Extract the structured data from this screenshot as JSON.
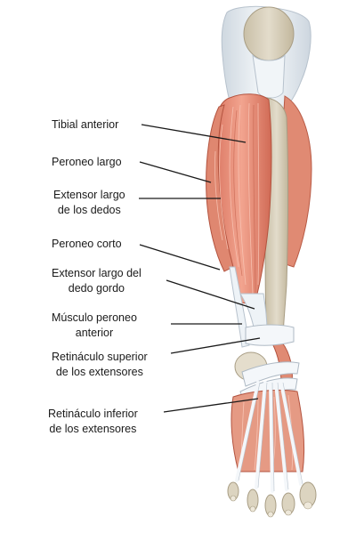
{
  "labels": [
    {
      "id": "tibial-anterior",
      "lines": [
        "Tibial anterior"
      ]
    },
    {
      "id": "peroneo-largo",
      "lines": [
        "Peroneo largo"
      ]
    },
    {
      "id": "extensor-largo-dedos",
      "lines": [
        "Extensor largo",
        "de los dedos"
      ]
    },
    {
      "id": "peroneo-corto",
      "lines": [
        "Peroneo corto"
      ]
    },
    {
      "id": "extensor-largo-dedo-gordo",
      "lines": [
        "Extensor largo del",
        "dedo gordo"
      ]
    },
    {
      "id": "musculo-peroneo-anterior",
      "lines": [
        "Músculo peroneo",
        "anterior"
      ]
    },
    {
      "id": "retinaculo-superior",
      "lines": [
        "Retináculo superior",
        "de los extensores"
      ]
    },
    {
      "id": "retinaculo-inferior",
      "lines": [
        "Retináculo inferior",
        "de los extensores"
      ]
    }
  ],
  "colors": {
    "muscle": "#e8907a",
    "muscle_dark": "#c9604c",
    "muscle_light": "#f6b9a6",
    "tendon": "#eef3f7",
    "tendon_shadow": "#c4ced8",
    "bone": "#d6cdb8",
    "bone_dark": "#b8ad95",
    "leader": "#1a1a1a"
  }
}
